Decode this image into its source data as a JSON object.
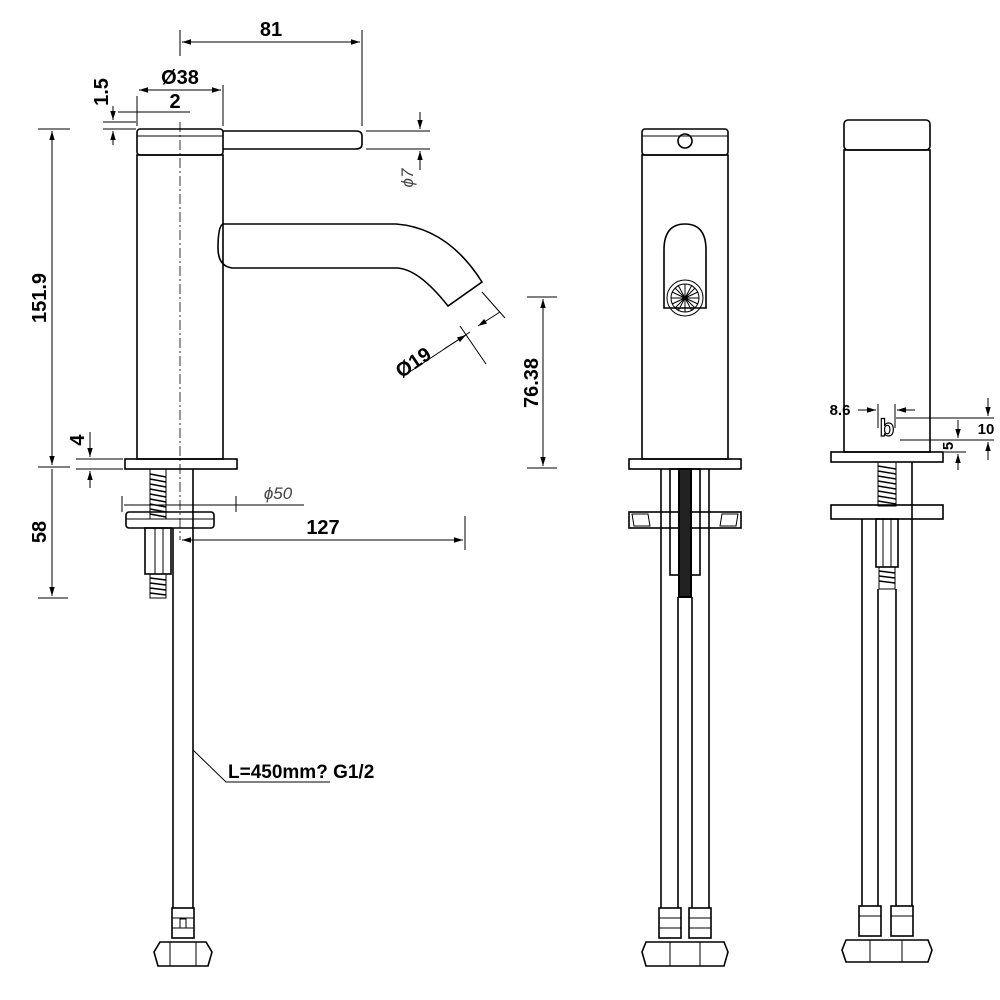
{
  "drawing": {
    "side_view": {
      "dimensions": {
        "overall_width": "81",
        "body_diameter": "Ø38",
        "cap_gap": "1.5",
        "cap_offset": "2",
        "lever_diameter": "ϕ7",
        "total_height": "151.9",
        "spout_diameter": "Ø19",
        "spout_height": "76.38",
        "base_thickness": "4",
        "shank_length": "58",
        "base_diameter": "ϕ50",
        "max_deck_thickness": "127"
      },
      "hose_note": "L=450mm? G1/2"
    },
    "rear_view": {
      "dimensions": {
        "logo_offset": "8.6",
        "logo_height": "10",
        "logo_bottom_gap": "5"
      },
      "logo_glyph": "b"
    },
    "colors": {
      "line": "#000000",
      "background": "#ffffff"
    }
  }
}
